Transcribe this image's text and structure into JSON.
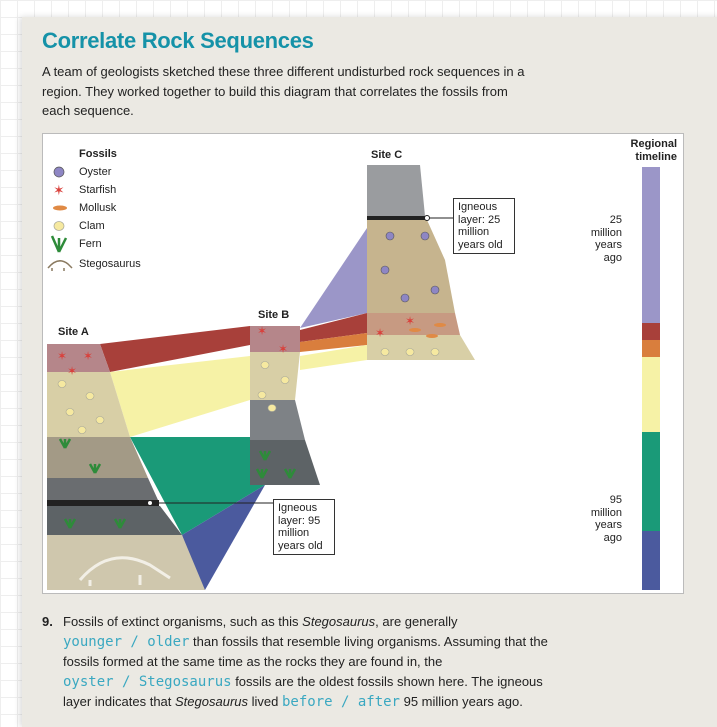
{
  "title": "Correlate Rock Sequences",
  "intro": "A team of geologists sketched these three different undisturbed rock sequences in a region. They worked together to build this diagram that correlates the fossils from each sequence.",
  "legend": {
    "title": "Fossils",
    "items": [
      {
        "label": "Oyster",
        "icon": "oyster-icon"
      },
      {
        "label": "Starfish",
        "icon": "starfish-icon"
      },
      {
        "label": "Mollusk",
        "icon": "mollusk-icon"
      },
      {
        "label": "Clam",
        "icon": "clam-icon"
      },
      {
        "label": "Fern",
        "icon": "fern-icon"
      },
      {
        "label": "Stegosaurus",
        "icon": "stegosaurus-icon"
      }
    ]
  },
  "sites": {
    "a": "Site A",
    "b": "Site B",
    "c": "Site C"
  },
  "callouts": {
    "c": "Igneous layer: 25 million years old",
    "a": "Igneous layer: 95 million years old"
  },
  "timeline": {
    "title": "Regional timeline",
    "label_25": "25 million years ago",
    "label_95": "95 million years ago",
    "colors": {
      "purple": "#9b96c8",
      "red": "#a8403a",
      "orange": "#d97e3d",
      "yellow": "#f6f2a6",
      "green": "#1a9a78",
      "blue": "#4b5a9e"
    }
  },
  "question": {
    "number": "9.",
    "p1": "Fossils of extinct organisms, such as this ",
    "p1i": "Stegosaurus",
    "p1b": ", are generally",
    "hw1": "younger / older",
    "p2": " than fossils that resemble living organisms. Assuming that the fossils formed at the same time as the rocks they are found in, the",
    "hw2": "oyster / Stegosaurus",
    "p3": " fossils are the oldest fossils shown here. The igneous layer indicates that ",
    "p3i": "Stegosaurus",
    "p3b": " lived ",
    "hw3": "before / after",
    "p4": " 95 million years ago."
  }
}
